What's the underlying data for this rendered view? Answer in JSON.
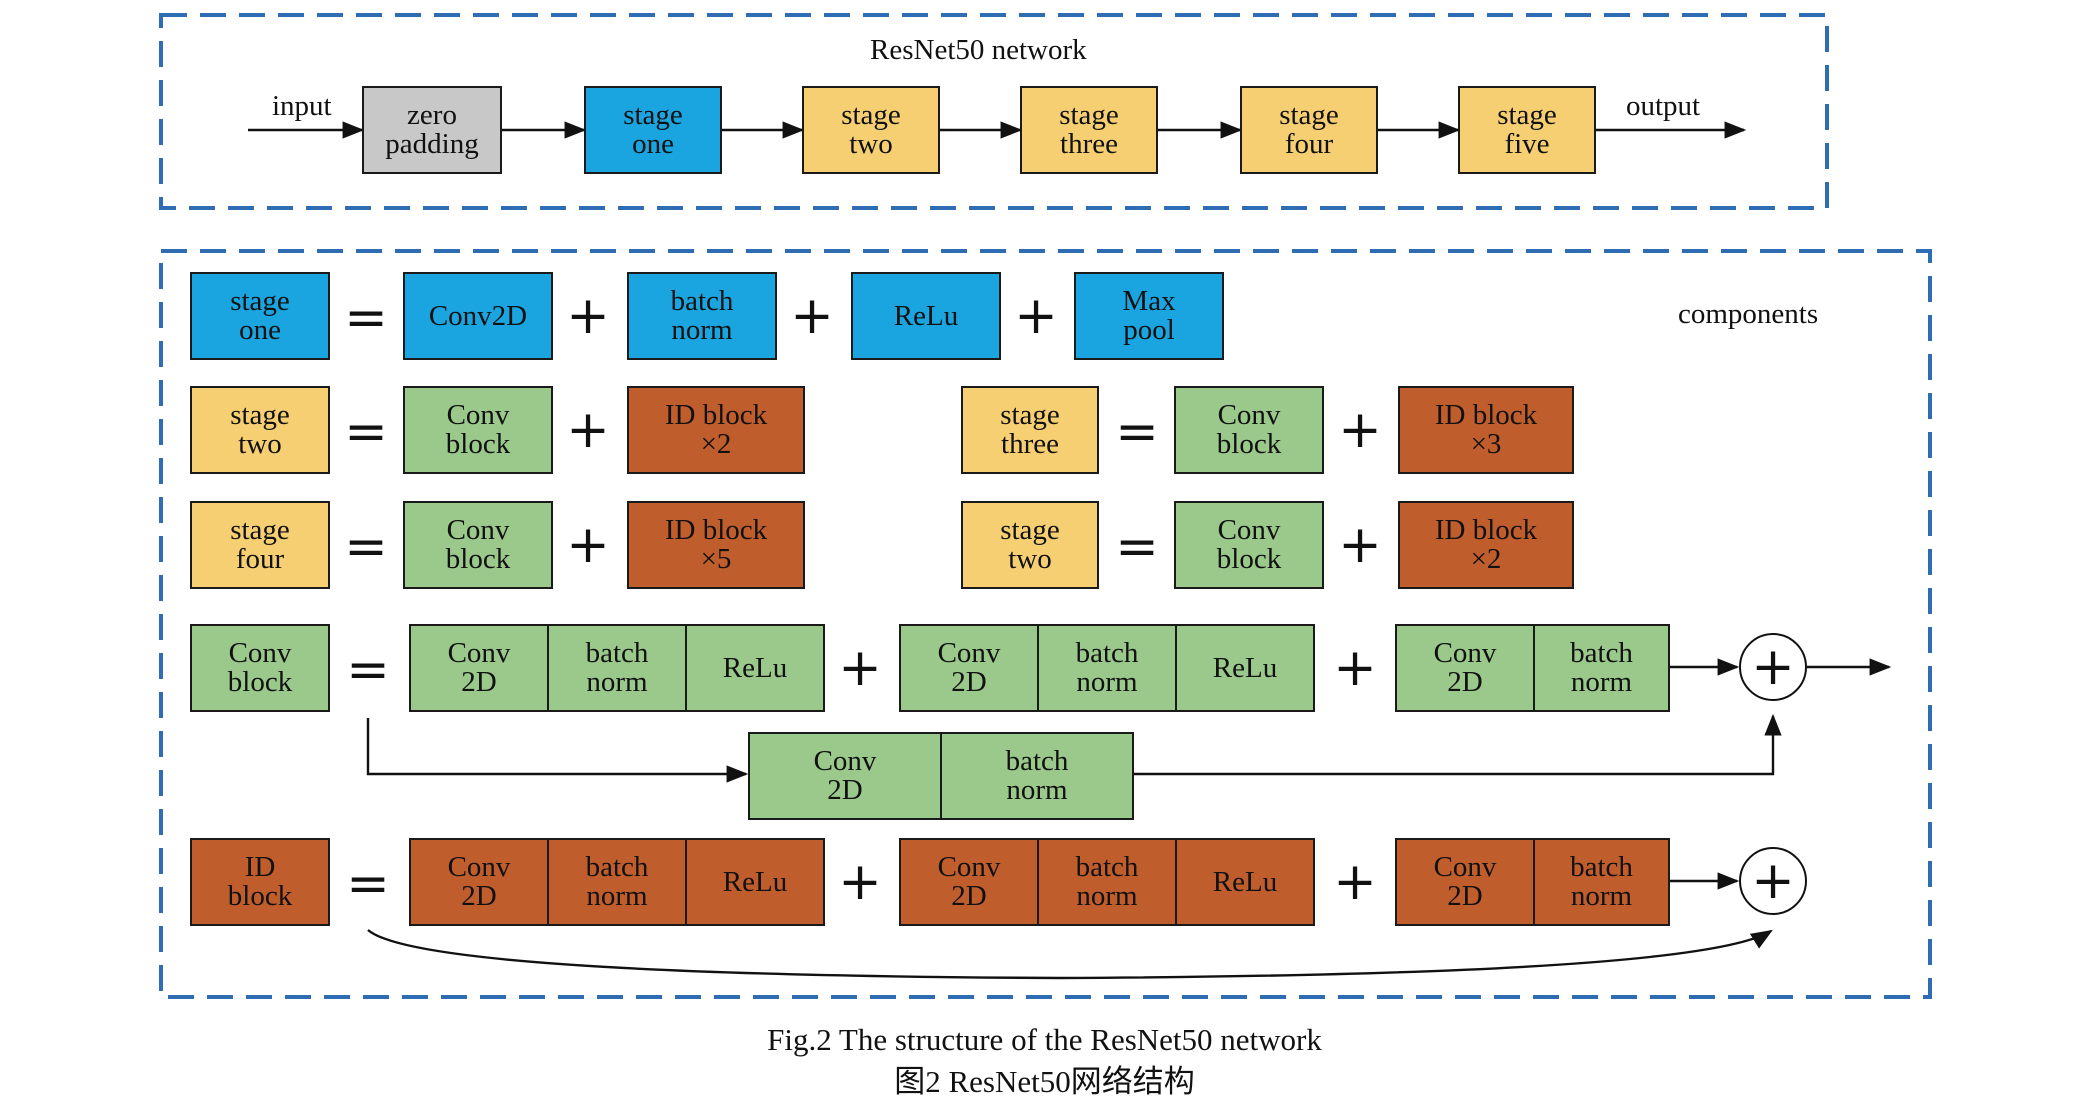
{
  "top_panel": {
    "title": "ResNet50 network",
    "input_label": "input",
    "output_label": "output",
    "blocks": [
      "zero\npadding",
      "stage\none",
      "stage\ntwo",
      "stage\nthree",
      "stage\nfour",
      "stage\nfive"
    ]
  },
  "bottom_panel": {
    "components_label": "components",
    "row1": {
      "lhs": "stage\none",
      "terms": [
        "Conv2D",
        "batch\nnorm",
        "ReLu",
        "Max\npool"
      ]
    },
    "row2_left": {
      "lhs": "stage\ntwo",
      "terms": [
        "Conv\nblock",
        "ID block\n×2"
      ]
    },
    "row2_right": {
      "lhs": "stage\nthree",
      "terms": [
        "Conv\nblock",
        "ID block\n×3"
      ]
    },
    "row3_left": {
      "lhs": "stage\nfour",
      "terms": [
        "Conv\nblock",
        "ID block\n×5"
      ]
    },
    "row3_right": {
      "lhs": "stage\ntwo",
      "terms": [
        "Conv\nblock",
        "ID block\n×2"
      ]
    },
    "conv_block": {
      "lhs": "Conv\nblock",
      "group1": [
        "Conv\n2D",
        "batch\nnorm",
        "ReLu"
      ],
      "group2": [
        "Conv\n2D",
        "batch\nnorm",
        "ReLu"
      ],
      "group3": [
        "Conv\n2D",
        "batch\nnorm"
      ],
      "shortcut": [
        "Conv\n2D",
        "batch\nnorm"
      ]
    },
    "id_block": {
      "lhs": "ID\nblock",
      "group1": [
        "Conv\n2D",
        "batch\nnorm",
        "ReLu"
      ],
      "group2": [
        "Conv\n2D",
        "batch\nnorm",
        "ReLu"
      ],
      "group3": [
        "Conv\n2D",
        "batch\nnorm"
      ]
    },
    "equals": "=",
    "plus": "+"
  },
  "caption": {
    "english": "Fig.2 The structure of the ResNet50 network",
    "chinese": "图2 ResNet50网络结构"
  },
  "colors": {
    "frame": "#2e6db4",
    "blue": "#1ba5e0",
    "gold": "#f6cf73",
    "gray": "#c8c8c8",
    "green": "#9ac98b",
    "rust": "#c05d2d"
  }
}
